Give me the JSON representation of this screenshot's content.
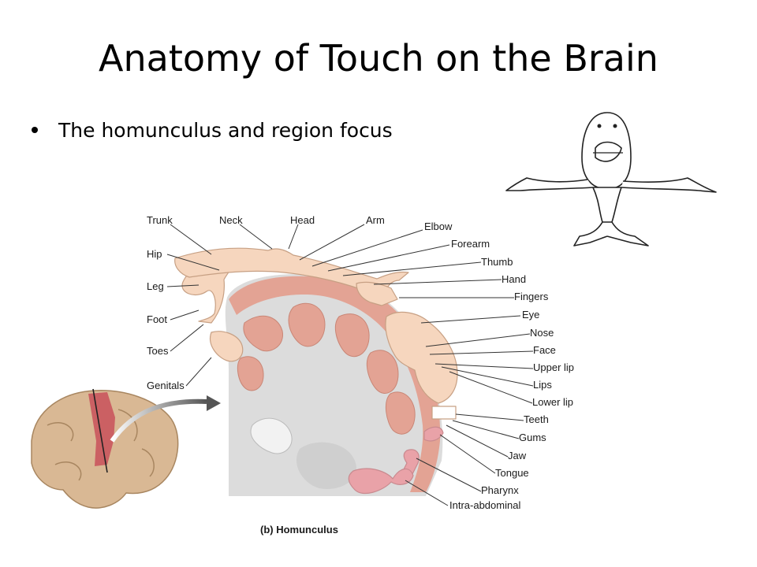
{
  "slide": {
    "title": "Anatomy of Touch on the Brain",
    "bullet": "The homunculus and region focus"
  },
  "figure": {
    "caption": "(b) Homunculus",
    "labels": {
      "trunk": "Trunk",
      "neck": "Neck",
      "head": "Head",
      "arm": "Arm",
      "elbow": "Elbow",
      "forearm": "Forearm",
      "thumb": "Thumb",
      "hand": "Hand",
      "fingers": "Fingers",
      "eye": "Eye",
      "nose": "Nose",
      "face": "Face",
      "upper_lip": "Upper lip",
      "lips": "Lips",
      "lower_lip": "Lower lip",
      "teeth": "Teeth",
      "gums": "Gums",
      "jaw": "Jaw",
      "tongue": "Tongue",
      "pharynx": "Pharynx",
      "intra_abdominal": "Intra-abdominal",
      "hip": "Hip",
      "leg": "Leg",
      "foot": "Foot",
      "toes": "Toes",
      "genitals": "Genitals"
    },
    "colors": {
      "cortex_pink": "#e3a394",
      "skin_tone": "#f6d6be",
      "white_matter": "#dcdcdc",
      "brain_tan": "#d9b894",
      "highlight_red": "#c8505a"
    }
  }
}
